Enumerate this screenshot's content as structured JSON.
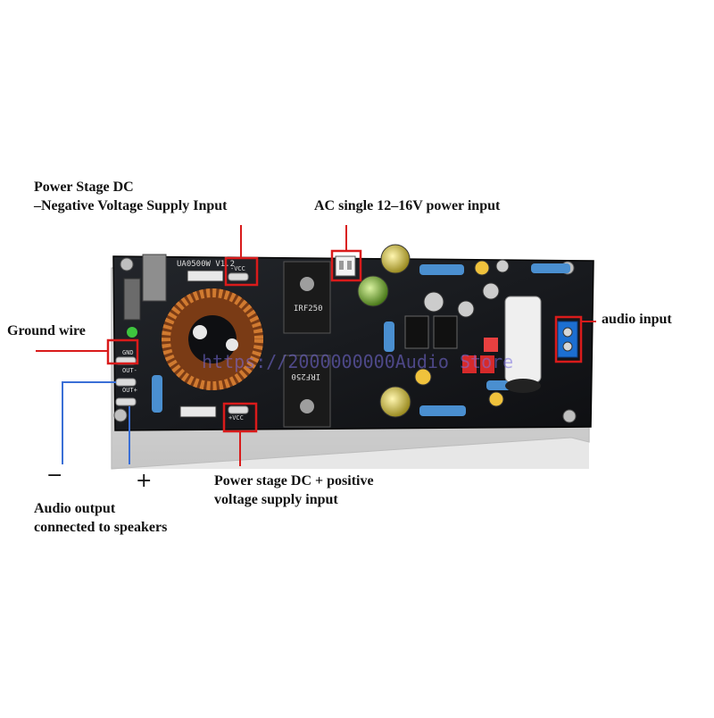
{
  "annotations": {
    "dc_negative": {
      "line1": "Power Stage DC",
      "line2": "–Negative Voltage Supply Input"
    },
    "ac_input": "AC single 12–16V power input",
    "ground": "Ground wire",
    "audio_in": "audio input",
    "dc_positive": {
      "line1": "Power stage DC + positive",
      "line2": "voltage supply input"
    },
    "audio_out": {
      "line1": "Audio output",
      "line2": "connected to speakers"
    },
    "minus_sign": "−",
    "plus_sign": "+"
  },
  "board": {
    "model": "UA0500W V1.2",
    "mosfet_top": "IRF250",
    "mosfet_bottom": "IRF250",
    "pad_neg": "-VCC",
    "pad_pos": "+VCC",
    "pad_gnd": "GND",
    "pad_out_minus": "OUT-",
    "pad_out_plus": "OUT+",
    "watermark": "https://2000000000Audio Store"
  },
  "colors": {
    "highlight": "#d91b1b",
    "pcb": "#15171a",
    "heatsink": "#dcdcdc",
    "copper": "#c26a2a"
  }
}
